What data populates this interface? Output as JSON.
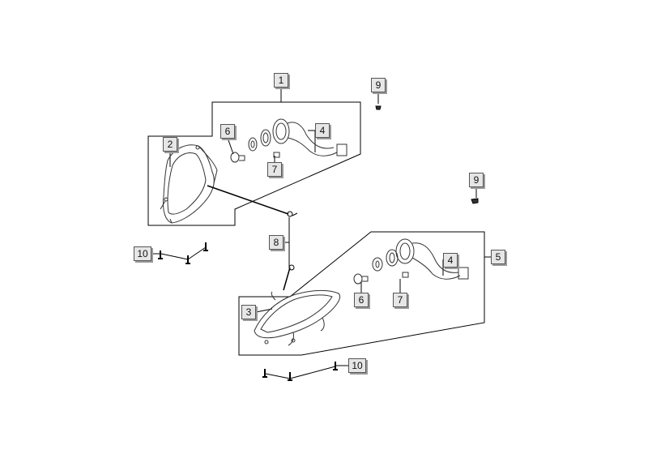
{
  "callouts": {
    "c1": "1",
    "c2": "2",
    "c3": "3",
    "c4a": "4",
    "c4b": "4",
    "c5": "5",
    "c6a": "6",
    "c6b": "6",
    "c7a": "7",
    "c7b": "7",
    "c8": "8",
    "c9a": "9",
    "c9b": "9",
    "c10a": "10",
    "c10b": "10"
  },
  "colors": {
    "line": "#000000",
    "part_stroke": "#333333",
    "callout_fill": "#e6e6e6"
  }
}
